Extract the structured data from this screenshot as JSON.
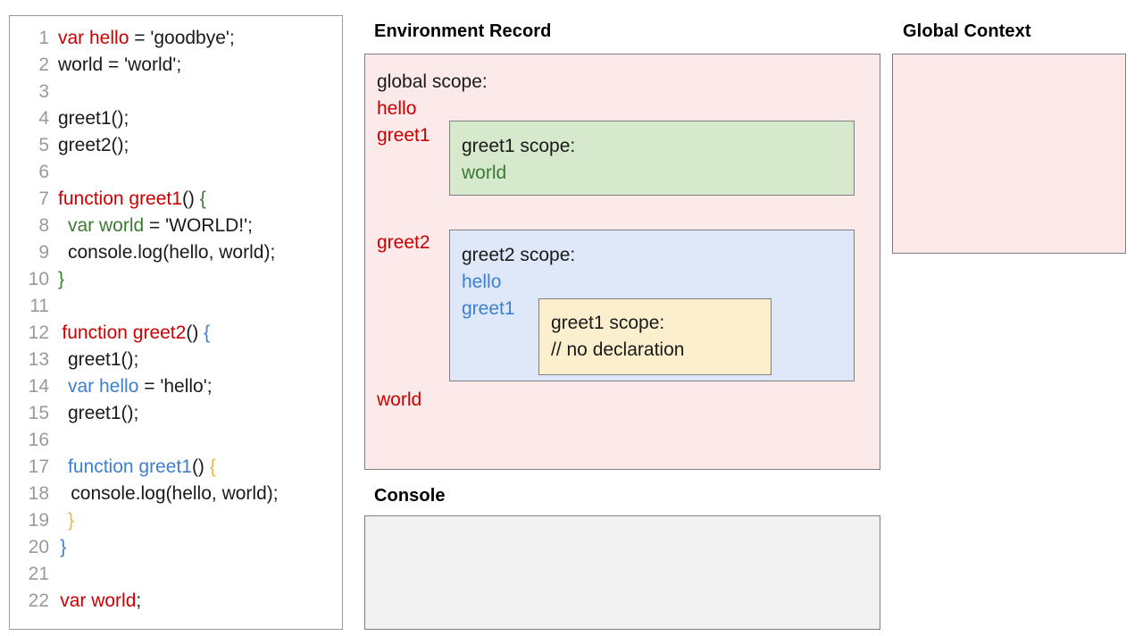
{
  "code_panel": {
    "lines": [
      {
        "num": "1",
        "indent": 0,
        "tokens": [
          {
            "t": "var hello",
            "c": "red"
          },
          {
            "t": " = 'goodbye';",
            "c": "plain"
          }
        ]
      },
      {
        "num": "2",
        "indent": 0,
        "tokens": [
          {
            "t": "world = 'world';",
            "c": "plain"
          }
        ]
      },
      {
        "num": "3",
        "indent": 0,
        "tokens": [
          {
            "t": "",
            "c": "plain"
          }
        ]
      },
      {
        "num": "4",
        "indent": 0,
        "tokens": [
          {
            "t": "greet1();",
            "c": "plain"
          }
        ]
      },
      {
        "num": "5",
        "indent": 0,
        "tokens": [
          {
            "t": "greet2();",
            "c": "plain"
          }
        ]
      },
      {
        "num": "6",
        "indent": 0,
        "tokens": [
          {
            "t": "",
            "c": "plain"
          }
        ]
      },
      {
        "num": "7",
        "indent": 0,
        "tokens": [
          {
            "t": "function greet1",
            "c": "red"
          },
          {
            "t": "() ",
            "c": "plain"
          },
          {
            "t": "{",
            "c": "green"
          }
        ]
      },
      {
        "num": "8",
        "indent": 1,
        "tokens": [
          {
            "t": "var world",
            "c": "green"
          },
          {
            "t": " = 'WORLD!';",
            "c": "plain"
          }
        ]
      },
      {
        "num": "9",
        "indent": 1,
        "tokens": [
          {
            "t": "console.log(hello, world);",
            "c": "plain"
          }
        ]
      },
      {
        "num": "10",
        "indent": 0,
        "tokens": [
          {
            "t": "}",
            "c": "green"
          }
        ]
      },
      {
        "num": "11",
        "indent": 0,
        "tokens": [
          {
            "t": "",
            "c": "plain"
          }
        ]
      },
      {
        "num": "12",
        "indent": 0.4,
        "tokens": [
          {
            "t": "function greet2",
            "c": "red"
          },
          {
            "t": "() ",
            "c": "plain"
          },
          {
            "t": "{",
            "c": "blue"
          }
        ]
      },
      {
        "num": "13",
        "indent": 1,
        "tokens": [
          {
            "t": "greet1();",
            "c": "plain"
          }
        ]
      },
      {
        "num": "14",
        "indent": 1,
        "tokens": [
          {
            "t": "var hello",
            "c": "blue"
          },
          {
            "t": " = 'hello';",
            "c": "plain"
          }
        ]
      },
      {
        "num": "15",
        "indent": 1,
        "tokens": [
          {
            "t": "greet1();",
            "c": "plain"
          }
        ]
      },
      {
        "num": "16",
        "indent": 1,
        "tokens": [
          {
            "t": "",
            "c": "plain"
          }
        ]
      },
      {
        "num": "17",
        "indent": 1,
        "tokens": [
          {
            "t": "function greet1",
            "c": "blue"
          },
          {
            "t": "() ",
            "c": "plain"
          },
          {
            "t": "{",
            "c": "gold"
          }
        ]
      },
      {
        "num": "18",
        "indent": 1.3,
        "tokens": [
          {
            "t": "console.log(hello, world);",
            "c": "plain"
          }
        ]
      },
      {
        "num": "19",
        "indent": 1,
        "tokens": [
          {
            "t": "}",
            "c": "gold"
          }
        ]
      },
      {
        "num": "20",
        "indent": 0.2,
        "tokens": [
          {
            "t": "}",
            "c": "blue"
          }
        ]
      },
      {
        "num": "21",
        "indent": 0,
        "tokens": [
          {
            "t": "",
            "c": "plain"
          }
        ]
      },
      {
        "num": "22",
        "indent": 0.2,
        "tokens": [
          {
            "t": "var world",
            "c": "red"
          },
          {
            "t": ";",
            "c": "plain"
          }
        ]
      }
    ]
  },
  "environment_record": {
    "title": "Environment Record",
    "global_scope": {
      "heading": "global scope:",
      "bindings": [
        "hello",
        "greet1",
        "greet2",
        "world"
      ]
    },
    "greet1_scope": {
      "heading": "greet1 scope:",
      "bindings": [
        "world"
      ]
    },
    "greet2_scope": {
      "heading": "greet2 scope:",
      "bindings": [
        "hello",
        "greet1"
      ]
    },
    "greet1_inner_scope": {
      "heading": "greet1 scope:",
      "bindings": [
        "// no declaration"
      ]
    }
  },
  "global_context": {
    "title": "Global Context",
    "content": ""
  },
  "console": {
    "title": "Console",
    "content": ""
  },
  "colors": {
    "red": "#cc0000",
    "green": "#3c7a33",
    "blue": "#3d7fd1",
    "gold": "#e8b84b",
    "pink_bg": "#fce9e9",
    "green_bg": "#d6e9cc",
    "blue_bg": "#dee8f8",
    "yellow_bg": "#fcefcd",
    "console_bg": "#f2f2f2",
    "border": "#7f7f7f",
    "line_number": "#9a9a9a"
  }
}
